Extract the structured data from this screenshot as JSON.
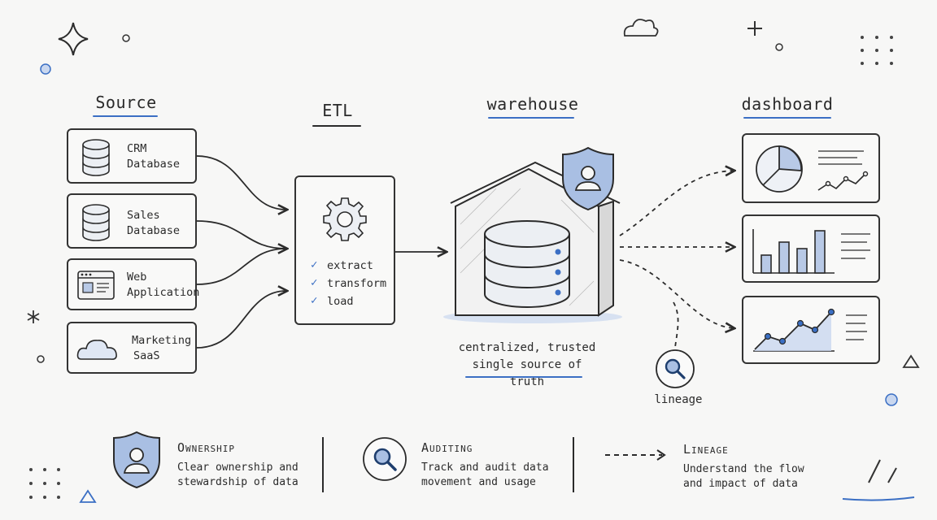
{
  "headings": {
    "source": "Source",
    "etl": "ETL",
    "warehouse": "warehouse",
    "dashboard": "dashboard"
  },
  "sources": [
    {
      "line1": "CRM",
      "line2": "Database",
      "icon": "database-icon"
    },
    {
      "line1": "Sales",
      "line2": "Database",
      "icon": "database-icon"
    },
    {
      "line1": "Web",
      "line2": "Application",
      "icon": "browser-window-icon"
    },
    {
      "line1": "Marketing",
      "line2": "SaaS",
      "icon": "cloud-icon"
    }
  ],
  "etl": {
    "icon": "gear-icon",
    "steps": [
      "extract",
      "transform",
      "load"
    ]
  },
  "warehouse": {
    "caption_line1": "centralized, trusted",
    "caption_line2": "single source of truth",
    "icons": [
      "house-icon",
      "database-icon",
      "shield-user-icon"
    ]
  },
  "lineage": {
    "label": "lineage",
    "icon": "magnifier-icon"
  },
  "dashboards": [
    {
      "icon": "pie-chart-icon"
    },
    {
      "icon": "bar-chart-icon"
    },
    {
      "icon": "area-line-chart-icon"
    }
  ],
  "legend": [
    {
      "title": "Ownership",
      "line1": "Clear ownership and",
      "line2": "stewardship of data",
      "icon": "shield-user-icon"
    },
    {
      "title": "Auditing",
      "line1": "Track and audit data",
      "line2": "movement and usage",
      "icon": "magnifier-icon"
    },
    {
      "title": "Lineage",
      "line1": "Understand the flow",
      "line2": "and impact of data",
      "icon": "dashed-arrow-icon"
    }
  ],
  "colors": {
    "ink": "#2b2b2b",
    "accent": "#3b6fc4",
    "accent_light": "#a9bfe3",
    "background": "#f7f7f6"
  }
}
